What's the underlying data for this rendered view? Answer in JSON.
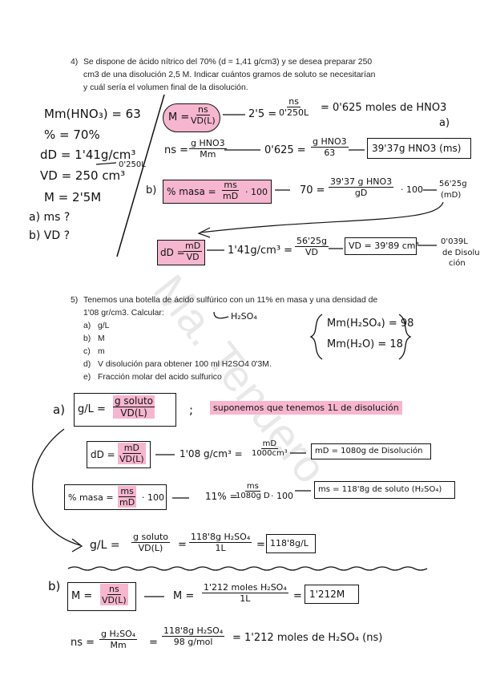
{
  "watermark": "Ma. Tenuero",
  "p4": {
    "num": "4)",
    "lines": [
      "Se dispone de ácido nítrico del 70% (d = 1,41 g/cm3) y se desea preparar 250",
      "cm3 de una disolución 2,5 M. Indicar cuántos gramos de soluto se necesitarían",
      "y cuál sería el volumen final de la disolución."
    ]
  },
  "p4_data": [
    "Mm(HNO₃) = 63",
    "% = 70%",
    "dD = 1'41g/cm³",
    "VD = 250 cm³",
    "M = 2'5M",
    "a) ms ?",
    "b) VD ?"
  ],
  "p4_conv": "0'250L",
  "p4_work": {
    "M_num": "ns",
    "M_den": "VD(L)",
    "M_lhs": "M =",
    "step1_lhs": "2'5 =",
    "step1_num": "ns",
    "step1_den": "0'250L",
    "step1_rhs": "= 0'625 moles de HNO3",
    "a_label": "a)",
    "ns_lhs": "ns =",
    "ns_num": "g HNO3",
    "ns_den": "Mm",
    "ns2_lhs": "0'625 =",
    "ns2_num": "g HNO3",
    "ns2_den": "63",
    "result_a": "39'37g HNO3 (ms)",
    "b_label": "b)",
    "masa_lhs": "% masa =",
    "masa_num": "ms",
    "masa_den": "mD",
    "masa_mul": "· 100",
    "masa2_lhs": "70 =",
    "masa2_num": "39'37 g HNO3",
    "masa2_den": "gD",
    "masa2_mul": "· 100",
    "md_res": "56'25g",
    "md_res2": "(mD)",
    "d_lhs": "dD =",
    "d_num": "mD",
    "d_den": "VD",
    "d2_lhs": "1'41g/cm³ =",
    "d2_num": "56'25g",
    "d2_den": "VD",
    "result_b": "VD = 39'89 cm³",
    "final": "0'039L",
    "final2": "de Disolu-",
    "final3": "ción"
  },
  "p5": {
    "num": "5)",
    "lines": [
      "Tenemos una botella de ácido sulfúrico con un 11% en masa y una densidad de",
      "1'08 gr/cm3. Calcular:"
    ],
    "items": [
      [
        "a)",
        "g/L"
      ],
      [
        "b)",
        "M"
      ],
      [
        "c)",
        "m"
      ],
      [
        "d)",
        "V disolución para obtener 100 ml H2SO4 0'3M."
      ],
      [
        "e)",
        "Fracción molar del acido sulfurico"
      ]
    ]
  },
  "p5_note": "H₂SO₄",
  "p5_mm": [
    "Mm(H₂SO₄) = 98",
    "Mm(H₂O) = 18"
  ],
  "p5a": {
    "label": "a)",
    "gl_lhs": "g/L =",
    "gl_num": "g soluto",
    "gl_den": "VD(L)",
    "semi": ";",
    "suppose": "suponemos que tenemos 1L de disolución",
    "d_lhs": "dD =",
    "d_num": "mD",
    "d_den": "VD(L)",
    "d2_lhs": "1'08 g/cm³ =",
    "d2_num": "mD",
    "d2_den": "1000cm³",
    "md_res": "mD = 1080g de Disolución",
    "masa_lhs": "% masa =",
    "masa_num": "ms",
    "masa_den": "mD",
    "masa_mul": "· 100",
    "masa2_lhs": "11% =",
    "masa2_num": "ms",
    "masa2_den": "1080g D",
    "masa2_mul": "· 100",
    "ms_res": "ms = 118'8g de soluto (H₂SO₄)",
    "gl2_lhs": "g/L =",
    "gl2_num": "g soluto",
    "gl2_den": "VD(L)",
    "gl2_eq": "=",
    "gl2b_num": "118'8g H₂SO₄",
    "gl2b_den": "1L",
    "gl2_eq2": "=",
    "gl_res": "118'8g/L"
  },
  "p5b": {
    "label": "b)",
    "M_lhs": "M =",
    "M_num": "ns",
    "M_den": "VD(L)",
    "M2_lhs": "M =",
    "M2_num": "1'212 moles H₂SO₄",
    "M2_den": "1L",
    "M2_eq": "=",
    "M_res": "1'212M",
    "ns_lhs": "ns =",
    "ns_num": "g H₂SO₄",
    "ns_den": "Mm",
    "ns_eq": "=",
    "ns2_num": "118'8g H₂SO₄",
    "ns2_den": "98 g/mol",
    "ns_res": "= 1'212 moles de H₂SO₄ (ns)"
  }
}
